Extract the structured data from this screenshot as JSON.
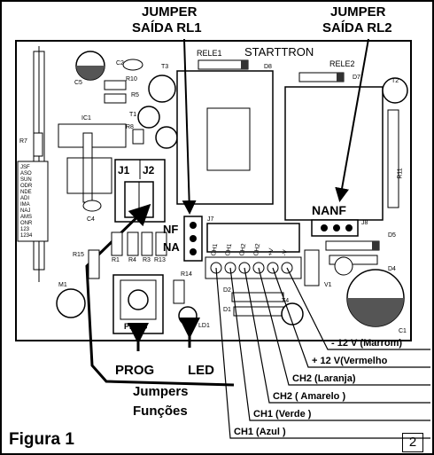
{
  "header": {
    "jumper_rl1_line1": "JUMPER",
    "jumper_rl1_line2": "SAÍDA RL1",
    "jumper_rl2_line1": "JUMPER",
    "jumper_rl2_line2": "SAÍDA RL2"
  },
  "board": {
    "brand": "STARTTRON",
    "rele1": "RELE1",
    "rele2": "RELE2",
    "c2": "C2",
    "c5": "C5",
    "t3": "T3",
    "d8": "D8",
    "d7": "D7",
    "t2": "T2",
    "r10": "R10",
    "r5": "R5",
    "t1": "T1",
    "r8": "R8",
    "r7": "R7",
    "ic1": "IC1",
    "c4": "C4",
    "j1": "J1",
    "j2": "J2",
    "j7": "J7",
    "j8": "J8",
    "r11": "R11",
    "nanf": "NANF",
    "nf": "NF",
    "na": "NA",
    "d5": "D5",
    "d4": "D4",
    "r15": "R15",
    "r1": "R1",
    "r4": "R4",
    "r3": "R3",
    "r13": "R13",
    "r14": "R14",
    "d2": "D2",
    "d1": "D1",
    "t4": "T4",
    "v1": "V1",
    "m1": "M1",
    "c1": "C1",
    "ld1": "LD1",
    "prog_button": "PROG",
    "dip_rows": [
      "JSF",
      "ASO",
      "SUN",
      "ODR",
      "NDE",
      "ADI",
      "IMA",
      "NAJ",
      "AMS",
      "ONR",
      "123",
      "1234"
    ]
  },
  "bottom_labels": {
    "prog": "PROG",
    "led": "LED",
    "jumpers": "Jumpers",
    "funcoes": "Funções",
    "figura": "Figura 1",
    "page_number": "2"
  },
  "wires": [
    "- 12 V (Marrom)",
    "+ 12 V(Vermelho",
    "CH2 (Laranja)",
    "CH2 ( Amarelo )",
    "CH1 (Verde )",
    "CH1 (Azul )"
  ],
  "terminal_labels": [
    "CH1",
    "CH1",
    "CH2",
    "CH2",
    "+V",
    "-V"
  ]
}
